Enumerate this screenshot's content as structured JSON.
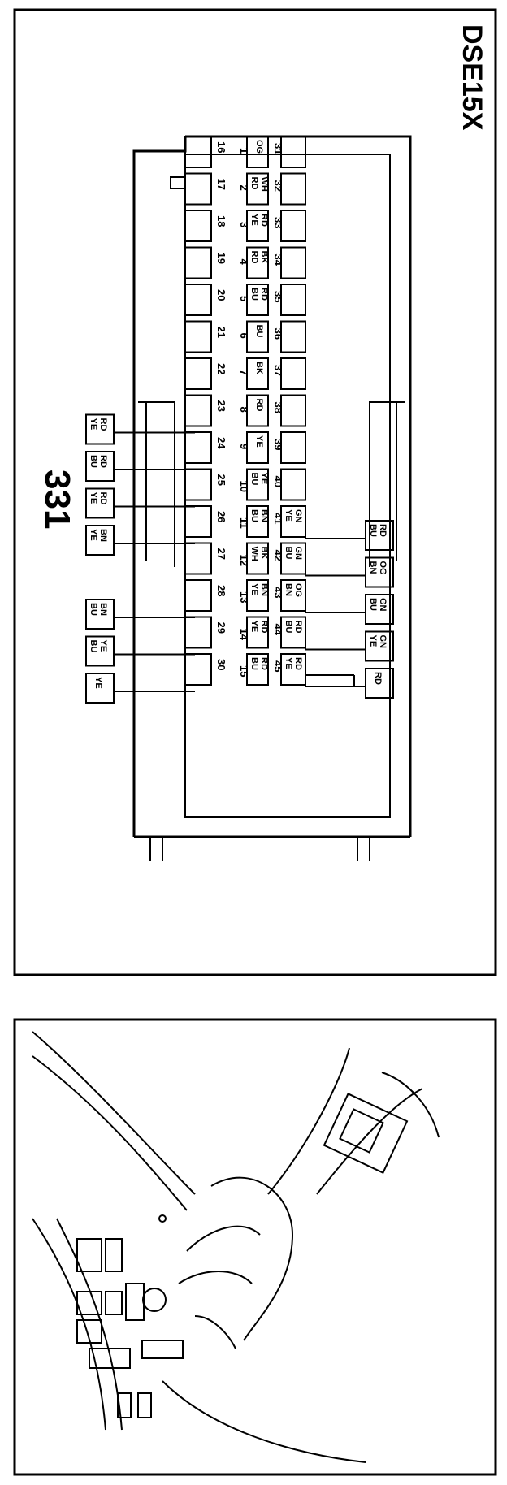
{
  "diagram": {
    "code": "DSE15X",
    "connector_id": "331",
    "pins": [
      {
        "n": "1",
        "color": "OG"
      },
      {
        "n": "2",
        "color": "RD WH"
      },
      {
        "n": "3",
        "color": "YE RD"
      },
      {
        "n": "4",
        "color": "RD BK"
      },
      {
        "n": "5",
        "color": "BU RD"
      },
      {
        "n": "6",
        "color": "BU"
      },
      {
        "n": "7",
        "color": "BK"
      },
      {
        "n": "8",
        "color": "RD"
      },
      {
        "n": "9",
        "color": "YE"
      },
      {
        "n": "10",
        "color": "BU YE"
      },
      {
        "n": "11",
        "color": "BU BN"
      },
      {
        "n": "12",
        "color": "WH BK"
      },
      {
        "n": "13",
        "color": "YE BN"
      },
      {
        "n": "14",
        "color": "YE RD"
      },
      {
        "n": "15",
        "color": "BU RD"
      },
      {
        "n": "16",
        "color": ""
      },
      {
        "n": "17",
        "color": ""
      },
      {
        "n": "18",
        "color": ""
      },
      {
        "n": "19",
        "color": ""
      },
      {
        "n": "20",
        "color": ""
      },
      {
        "n": "21",
        "color": ""
      },
      {
        "n": "22",
        "color": ""
      },
      {
        "n": "23",
        "color": ""
      },
      {
        "n": "24",
        "color": ""
      },
      {
        "n": "25",
        "color": ""
      },
      {
        "n": "26",
        "color": ""
      },
      {
        "n": "27",
        "color": ""
      },
      {
        "n": "28",
        "color": ""
      },
      {
        "n": "29",
        "color": ""
      },
      {
        "n": "30",
        "color": ""
      },
      {
        "n": "31",
        "color": ""
      },
      {
        "n": "32",
        "color": ""
      },
      {
        "n": "33",
        "color": ""
      },
      {
        "n": "34",
        "color": ""
      },
      {
        "n": "35",
        "color": ""
      },
      {
        "n": "36",
        "color": ""
      },
      {
        "n": "37",
        "color": ""
      },
      {
        "n": "38",
        "color": ""
      },
      {
        "n": "39",
        "color": ""
      },
      {
        "n": "40",
        "color": ""
      },
      {
        "n": "41",
        "color": "YE GN"
      },
      {
        "n": "42",
        "color": "BU GN"
      },
      {
        "n": "43",
        "color": "BN OG"
      },
      {
        "n": "44",
        "color": "BU RD"
      },
      {
        "n": "45",
        "color": "YE RD"
      }
    ],
    "left_callouts": [
      {
        "color": "YE RD",
        "pin": "23"
      },
      {
        "color": "BU RD",
        "pin": "24"
      },
      {
        "color": "YE RD",
        "pin": "25"
      },
      {
        "color": "YE BN",
        "pin": "26"
      },
      {
        "color": "BU BN",
        "pin": "28"
      },
      {
        "color": "BU YE",
        "pin": "29"
      },
      {
        "color": "YE",
        "pin": "30"
      }
    ],
    "right_callouts": [
      {
        "color": "BU RD",
        "pin": "41"
      },
      {
        "color": "BN OG",
        "pin": "42"
      },
      {
        "color": "BU GN",
        "pin": "43"
      },
      {
        "color": "YE GN",
        "pin": "44"
      },
      {
        "color": "RD",
        "pin": "45"
      }
    ]
  }
}
